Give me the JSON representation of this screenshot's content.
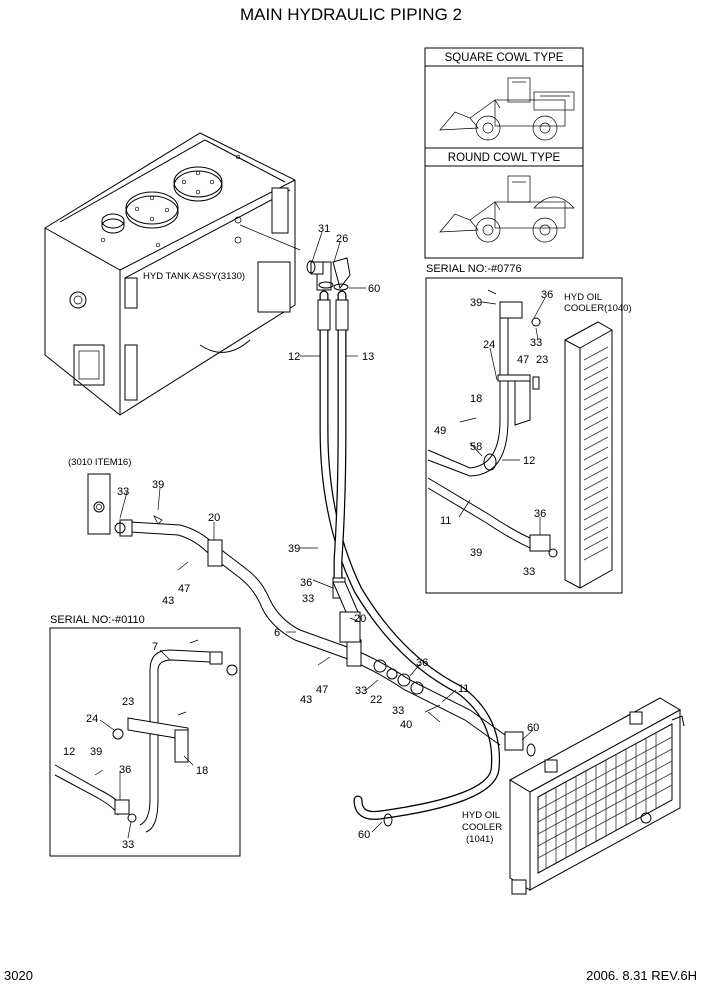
{
  "title": "MAIN HYDRAULIC PIPING 2",
  "footer": {
    "page_number": "3020",
    "date_rev": "2006. 8.31  REV.6H"
  },
  "insets": {
    "square_cowl": "SQUARE COWL TYPE",
    "round_cowl": "ROUND COWL TYPE",
    "serial_upper": "SERIAL NO:-#0776",
    "serial_lower": "SERIAL NO:-#0110",
    "ref_3010": "(3010 ITEM16)"
  },
  "components": {
    "tank": "HYD TANK ASSY(3130)",
    "cooler_upper": [
      "HYD OIL",
      "COOLER(1040)"
    ],
    "cooler_lower": [
      "HYD OIL",
      "COOLER",
      "(1041)"
    ]
  },
  "callouts": {
    "c31": "31",
    "c26": "26",
    "c60a": "60",
    "c12a": "12",
    "c13": "13",
    "c33a": "33",
    "c39a": "39",
    "c20a": "20",
    "c43a": "43",
    "c47a": "47",
    "c39b": "39",
    "c36a": "36",
    "c33b": "33",
    "c20b": "20",
    "c6": "6",
    "c43b": "43",
    "c47b": "47",
    "c33c": "33",
    "c22": "22",
    "c36b": "36",
    "c33d": "33",
    "c40": "40",
    "c11a": "11",
    "c60b": "60",
    "c60c": "60",
    "u39a": "39",
    "u36a": "36",
    "u33a": "33",
    "u24": "24",
    "u47": "47",
    "u23": "23",
    "u18": "18",
    "u49": "49",
    "u58": "58",
    "u12": "12",
    "u11": "11",
    "u36b": "36",
    "u39b": "39",
    "u33b": "33",
    "l7": "7",
    "l23": "23",
    "l24": "24",
    "l12": "12",
    "l39": "39",
    "l36": "36",
    "l18": "18",
    "l33": "33"
  }
}
